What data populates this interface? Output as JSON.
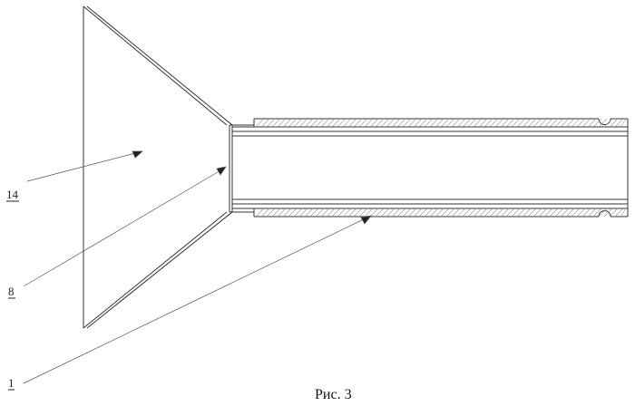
{
  "figure": {
    "caption": "Рис. 3"
  },
  "labels": [
    {
      "text": "14"
    },
    {
      "text": "8"
    },
    {
      "text": "1"
    }
  ],
  "colors": {
    "line": "#333333",
    "hatch": "#9a9a9a",
    "background": "#ffffff"
  }
}
